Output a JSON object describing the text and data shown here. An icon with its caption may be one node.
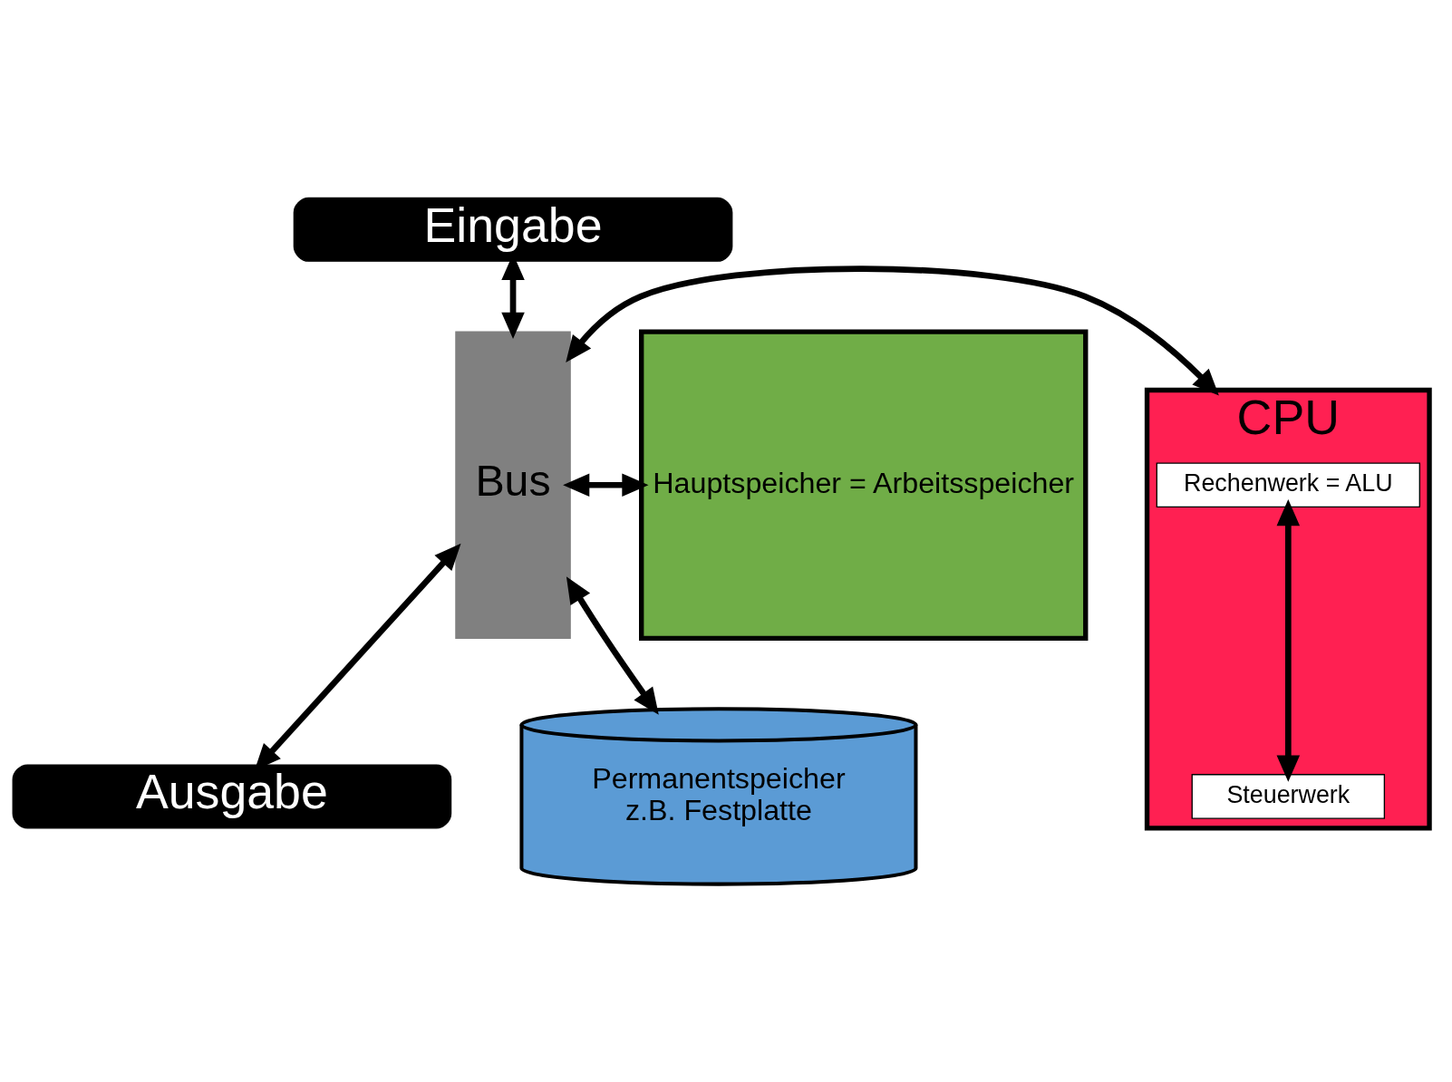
{
  "diagram": {
    "nodes": [
      {
        "text": [
          "Eingabe"
        ]
      },
      {
        "text": [
          "CPU"
        ]
      },
      {
        "text": [
          "Rechenwerk = ALU"
        ],
        "in": 1
      },
      {
        "text": [
          "Steuerwerk"
        ],
        "in": 1
      },
      {
        "text": [
          "Bus"
        ]
      },
      {
        "text": [
          "Hauptspeicher = Arbeitsspeicher"
        ]
      },
      {
        "text": [
          "Ausgabe"
        ]
      },
      {
        "text": [
          "Permanentspeicher",
          "z.B. Festplatte"
        ]
      }
    ],
    "edges": [
      {
        "from": 0,
        "to": 4,
        "arrow": "both"
      },
      {
        "from": 2,
        "to": 3,
        "arrow": "both"
      },
      {
        "from": 1,
        "to": 4,
        "arrow": "both"
      },
      {
        "from": 4,
        "to": 5,
        "arrow": "both"
      },
      {
        "from": 4,
        "to": 6,
        "arrow": "both"
      },
      {
        "from": 4,
        "to": 7,
        "arrow": "both"
      }
    ]
  }
}
